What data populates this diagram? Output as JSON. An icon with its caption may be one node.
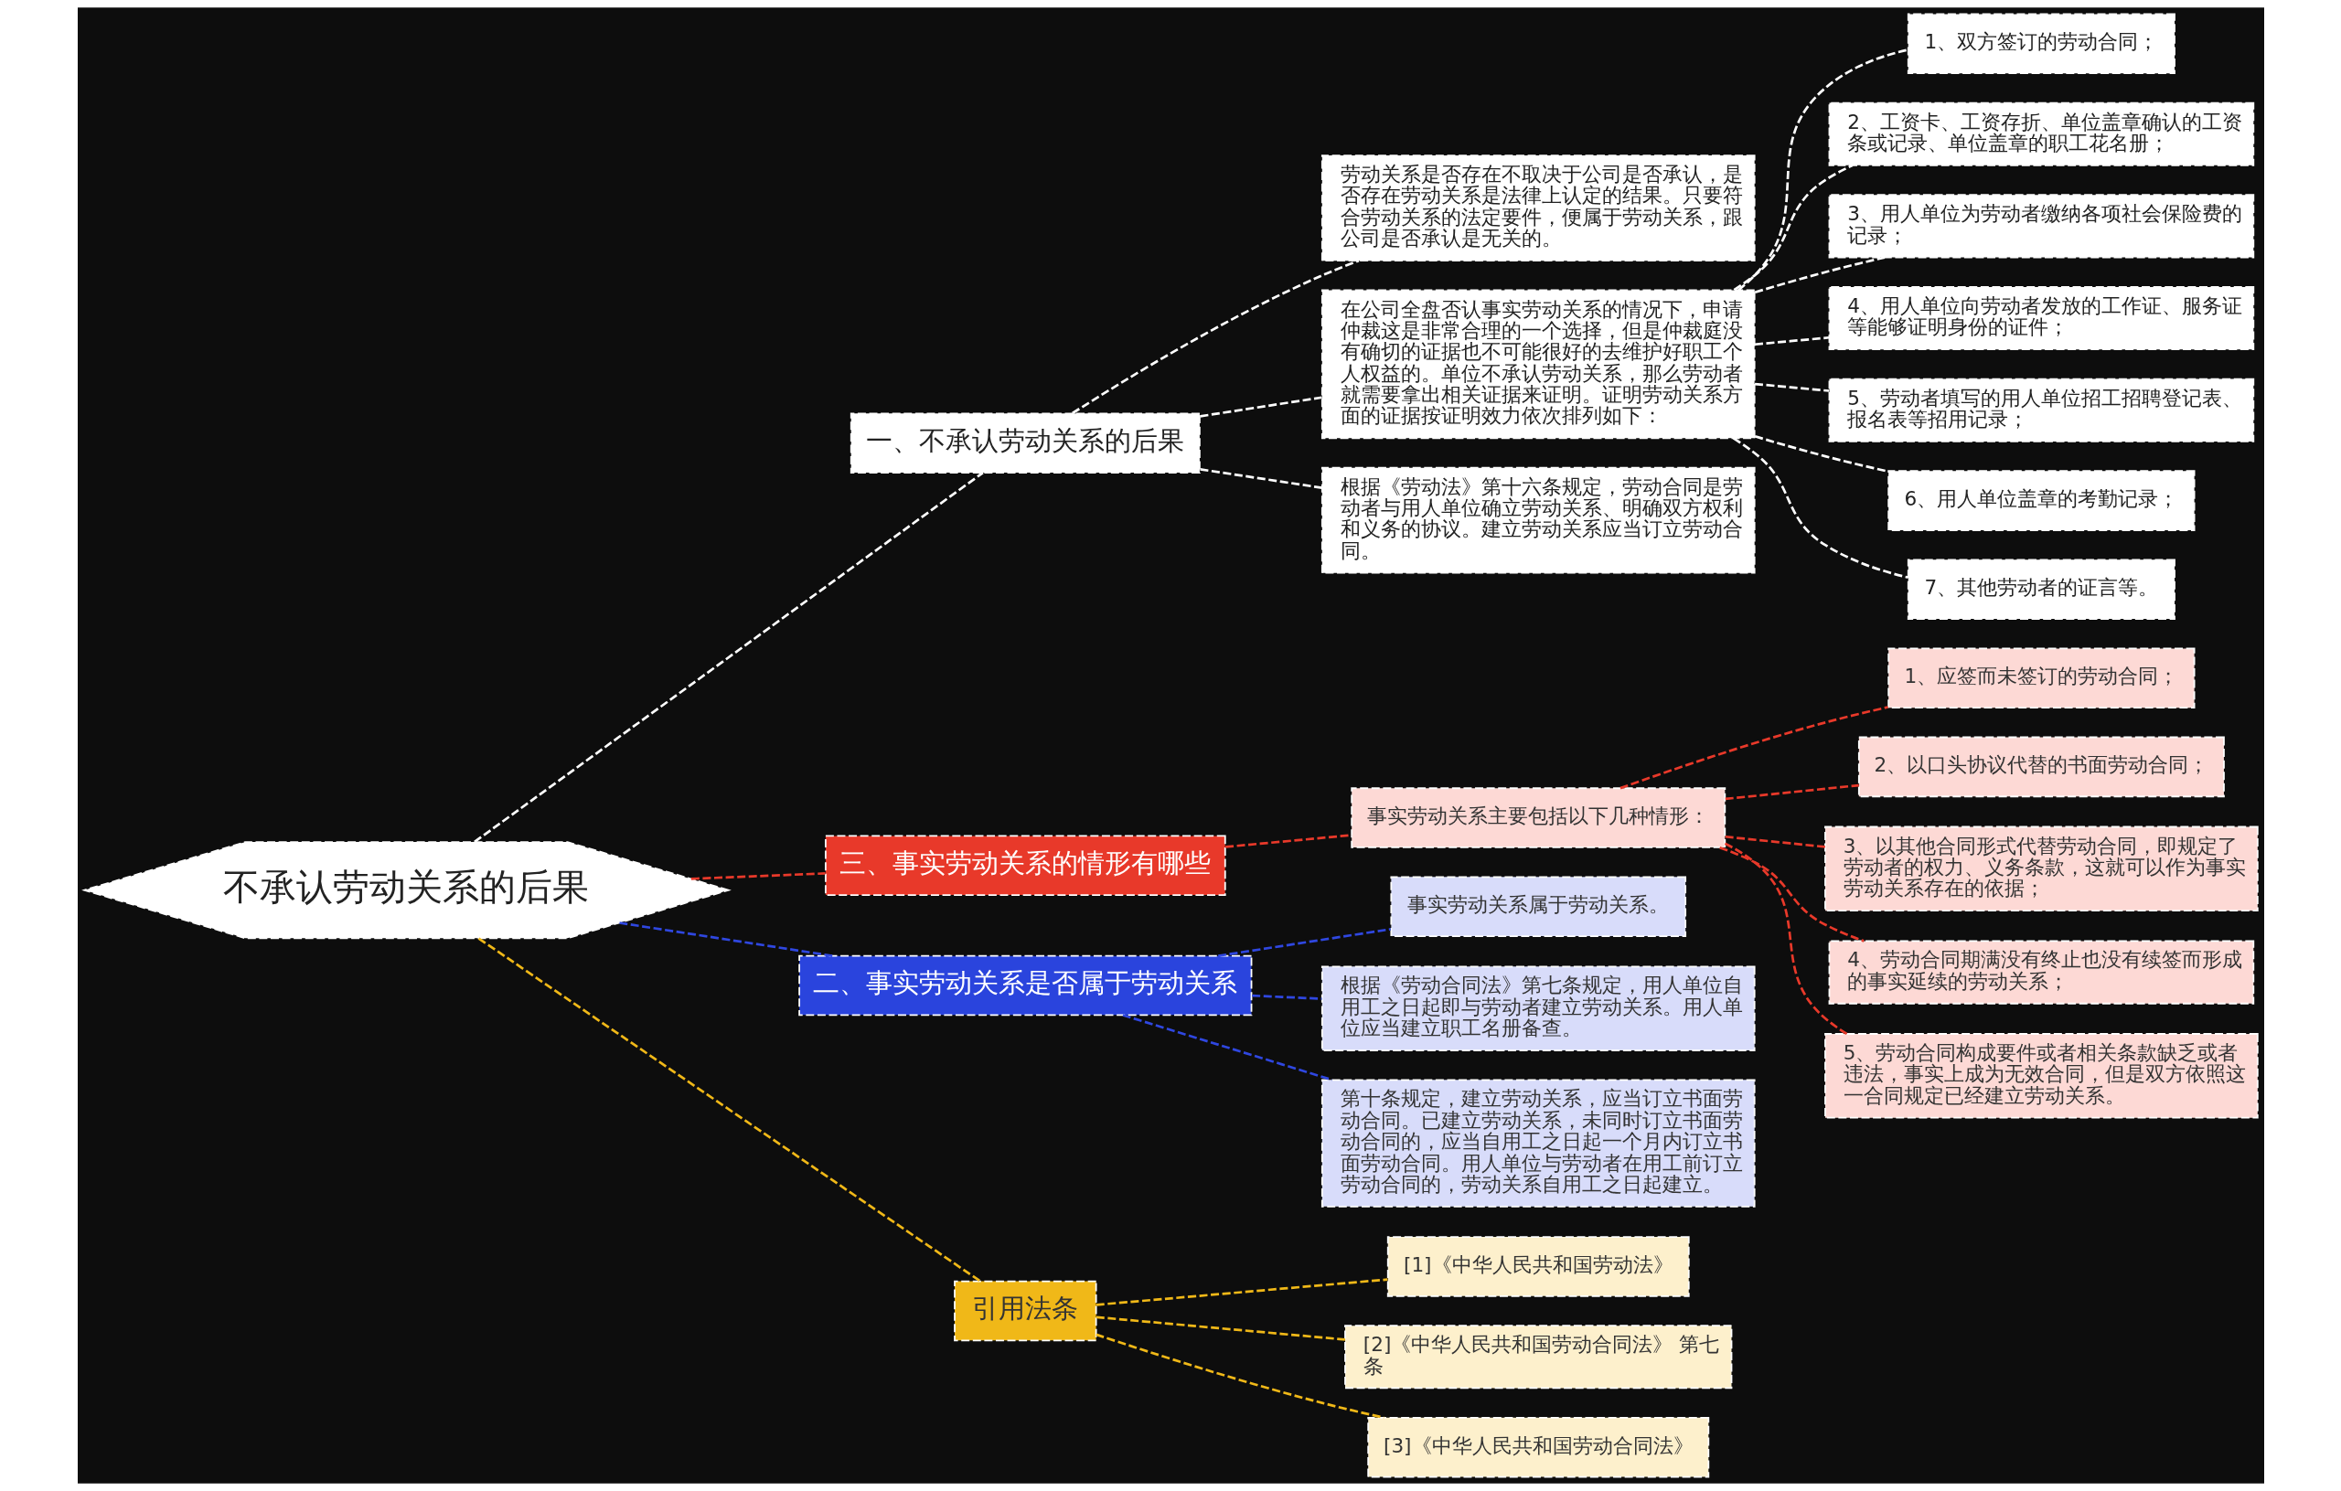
{
  "diagram": {
    "nodes": [
      {
        "text": [
          "不承认劳动关系的后果"
        ]
      },
      {
        "text": [
          "一、不承认劳动关系的后果"
        ]
      },
      {
        "text": [
          "劳动关系是否存在不取决于公司是否承认，是否存在劳动关系是法律上认定的结果。只要符合劳动关系的法定要件，便属于劳动关系，跟公司是否承认是无关的。"
        ]
      },
      {
        "text": [
          "在公司全盘否认事实劳动关系的情况下，申请仲裁这是非常合理的一个选择，但是仲裁庭没有确切的证据也不可能很好的去维护好职工个人权益的。单位不承认劳动关系，那么劳动者就需要拿出相关证据来证明。证明劳动关系方面的证据按证明效力依次排列如下："
        ]
      },
      {
        "text": [
          "1、双方签订的劳动合同；"
        ]
      },
      {
        "text": [
          "2、工资卡、工资存折、单位盖章确认的工资条或记录、单位盖章的职工花名册；"
        ]
      },
      {
        "text": [
          "3、用人单位为劳动者缴纳各项社会保险费的记录；"
        ]
      },
      {
        "text": [
          "4、用人单位向劳动者发放的工作证、服务证等能够证明身份的证件；"
        ]
      },
      {
        "text": [
          "5、劳动者填写的用人单位招工招聘登记表、报名表等招用记录；"
        ]
      },
      {
        "text": [
          "6、用人单位盖章的考勤记录；"
        ]
      },
      {
        "text": [
          "7、其他劳动者的证言等。"
        ]
      },
      {
        "text": [
          "根据《劳动法》第十六条规定，劳动合同是劳动者与用人单位确立劳动关系、明确双方权利和义务的协议。建立劳动关系应当订立劳动合同。"
        ]
      },
      {
        "text": [
          "三、事实劳动关系的情形有哪些"
        ]
      },
      {
        "text": [
          "事实劳动关系主要包括以下几种情形："
        ]
      },
      {
        "text": [
          "1、应签而未签订的劳动合同；"
        ]
      },
      {
        "text": [
          "2、以口头协议代替的书面劳动合同；"
        ]
      },
      {
        "text": [
          "3、以其他合同形式代替劳动合同，即规定了劳动者的权力、义务条款，这就可以作为事实劳动关系存在的依据；"
        ]
      },
      {
        "text": [
          "4、劳动合同期满没有终止也没有续签而形成的事实延续的劳动关系；"
        ]
      },
      {
        "text": [
          "5、劳动合同构成要件或者相关条款缺乏或者违法，事实上成为无效合同，但是双方依照这一合同规定已经建立劳动关系。"
        ]
      },
      {
        "text": [
          "二、事实劳动关系是否属于劳动关系"
        ]
      },
      {
        "text": [
          "事实劳动关系属于劳动关系。"
        ]
      },
      {
        "text": [
          "根据《劳动合同法》第七条规定，用人单位自用工之日起即与劳动者建立劳动关系。用人单位应当建立职工名册备查。"
        ]
      },
      {
        "text": [
          "第十条规定，建立劳动关系，应当订立书面劳动合同。已建立劳动关系，未同时订立书面劳动合同的，应当自用工之日起一个月内订立书面劳动合同。用人单位与劳动者在用工前订立劳动合同的，劳动关系自用工之日起建立。"
        ]
      },
      {
        "text": [
          "引用法条"
        ]
      },
      {
        "text": [
          "[1]《中华人民共和国劳动法》"
        ]
      },
      {
        "text": [
          "[2]《中华人民共和国劳动合同法》 第七条"
        ]
      },
      {
        "text": [
          "[3]《中华人民共和国劳动合同法》"
        ]
      }
    ],
    "edges": [
      {
        "from": 0,
        "to": 1,
        "arrow": "none",
        "style": "dashed"
      },
      {
        "from": 1,
        "to": 2,
        "arrow": "none",
        "style": "dashed"
      },
      {
        "from": 1,
        "to": 3,
        "arrow": "none",
        "style": "dashed"
      },
      {
        "from": 3,
        "to": 4,
        "arrow": "none",
        "style": "dashed"
      },
      {
        "from": 3,
        "to": 5,
        "arrow": "none",
        "style": "dashed"
      },
      {
        "from": 3,
        "to": 6,
        "arrow": "none",
        "style": "dashed"
      },
      {
        "from": 3,
        "to": 7,
        "arrow": "none",
        "style": "dashed"
      },
      {
        "from": 3,
        "to": 8,
        "arrow": "none",
        "style": "dashed"
      },
      {
        "from": 3,
        "to": 9,
        "arrow": "none",
        "style": "dashed"
      },
      {
        "from": 3,
        "to": 10,
        "arrow": "none",
        "style": "dashed"
      },
      {
        "from": 1,
        "to": 11,
        "arrow": "none",
        "style": "dashed"
      },
      {
        "from": 0,
        "to": 12,
        "arrow": "none",
        "style": "dashed",
        "color": "#e8392a"
      },
      {
        "from": 12,
        "to": 13,
        "arrow": "none",
        "style": "dashed",
        "color": "#e8392a"
      },
      {
        "from": 13,
        "to": 14,
        "arrow": "none",
        "style": "dashed",
        "color": "#e8392a"
      },
      {
        "from": 13,
        "to": 15,
        "arrow": "none",
        "style": "dashed",
        "color": "#e8392a"
      },
      {
        "from": 13,
        "to": 16,
        "arrow": "none",
        "style": "dashed",
        "color": "#e8392a"
      },
      {
        "from": 13,
        "to": 17,
        "arrow": "none",
        "style": "dashed",
        "color": "#e8392a"
      },
      {
        "from": 13,
        "to": 18,
        "arrow": "none",
        "style": "dashed",
        "color": "#e8392a"
      },
      {
        "from": 0,
        "to": 19,
        "arrow": "none",
        "style": "dashed",
        "color": "#2f47e0"
      },
      {
        "from": 19,
        "to": 20,
        "arrow": "none",
        "style": "dashed",
        "color": "#2f47e0"
      },
      {
        "from": 19,
        "to": 21,
        "arrow": "none",
        "style": "dashed",
        "color": "#2f47e0"
      },
      {
        "from": 19,
        "to": 22,
        "arrow": "none",
        "style": "dashed",
        "color": "#2f47e0"
      },
      {
        "from": 0,
        "to": 23,
        "arrow": "none",
        "style": "dashed",
        "color": "#f0b818"
      },
      {
        "from": 23,
        "to": 24,
        "arrow": "none",
        "style": "dashed",
        "color": "#f0b818"
      },
      {
        "from": 23,
        "to": 25,
        "arrow": "none",
        "style": "dashed",
        "color": "#f0b818"
      },
      {
        "from": 23,
        "to": 26,
        "arrow": "none",
        "style": "dashed",
        "color": "#f0b818"
      }
    ]
  }
}
